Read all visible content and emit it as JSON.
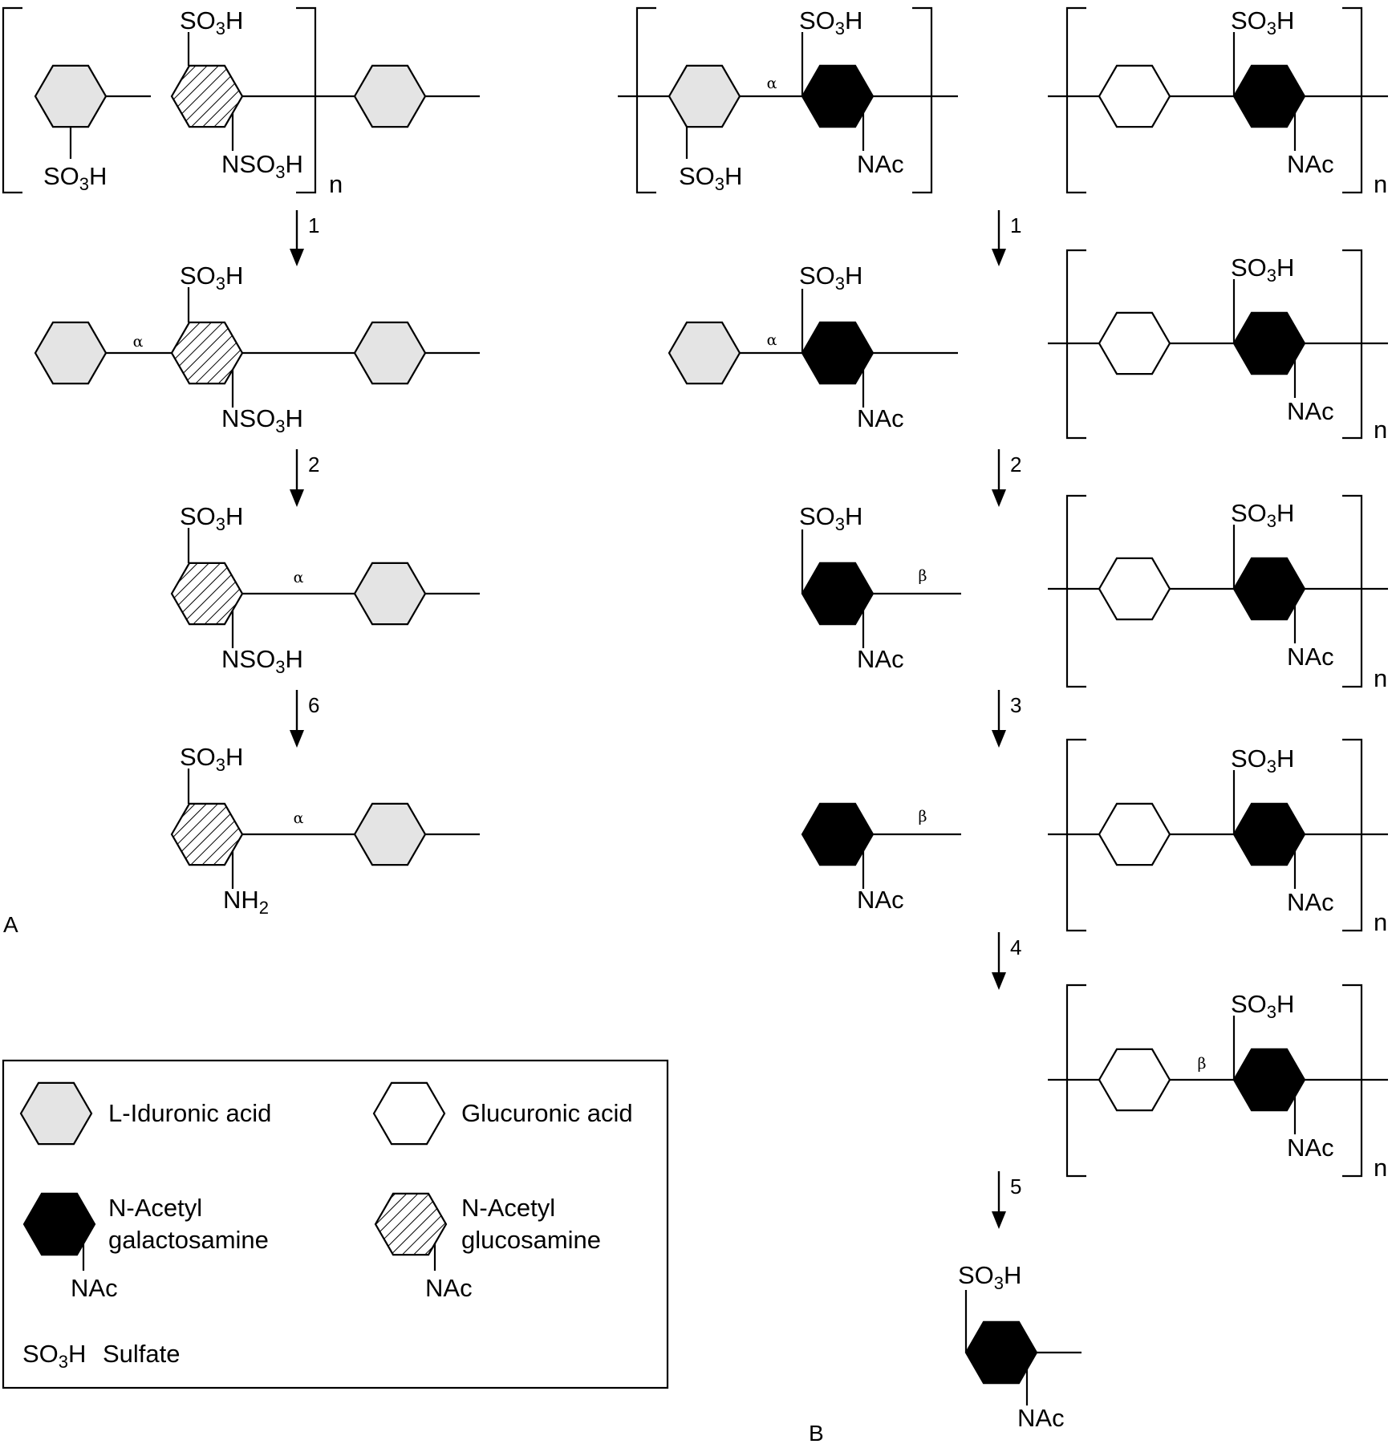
{
  "panels": {
    "a": "A",
    "b": "B"
  },
  "groups": {
    "sulfate": "SO3H",
    "nsulfate": "NSO3H",
    "nac": "NAc",
    "amine": "NH2",
    "repeat": "n"
  },
  "bonds": {
    "alpha": "α",
    "beta": "β"
  },
  "steps": [
    "1",
    "2",
    "3",
    "4",
    "5",
    "6"
  ],
  "legend": {
    "iduronic": "L-Iduronic acid",
    "glucuronic": "Glucuronic acid",
    "galnac_line1": "N-Acetyl",
    "galnac_line2": "galactosamine",
    "glcnac_line1": "N-Acetyl",
    "glcnac_line2": "glucosamine",
    "nac": "NAc",
    "sulfate_word": "Sulfate"
  },
  "colors": {
    "iduronic": "#e4e4e4",
    "glucuronic": "#ffffff",
    "galactosamine": "#000000",
    "line": "#000000"
  },
  "legend_icons": {
    "iduronic": "light-gray hexagon",
    "glucuronic": "white hexagon",
    "galactosamine": "black hexagon",
    "glucosamine": "hatched hexagon"
  }
}
